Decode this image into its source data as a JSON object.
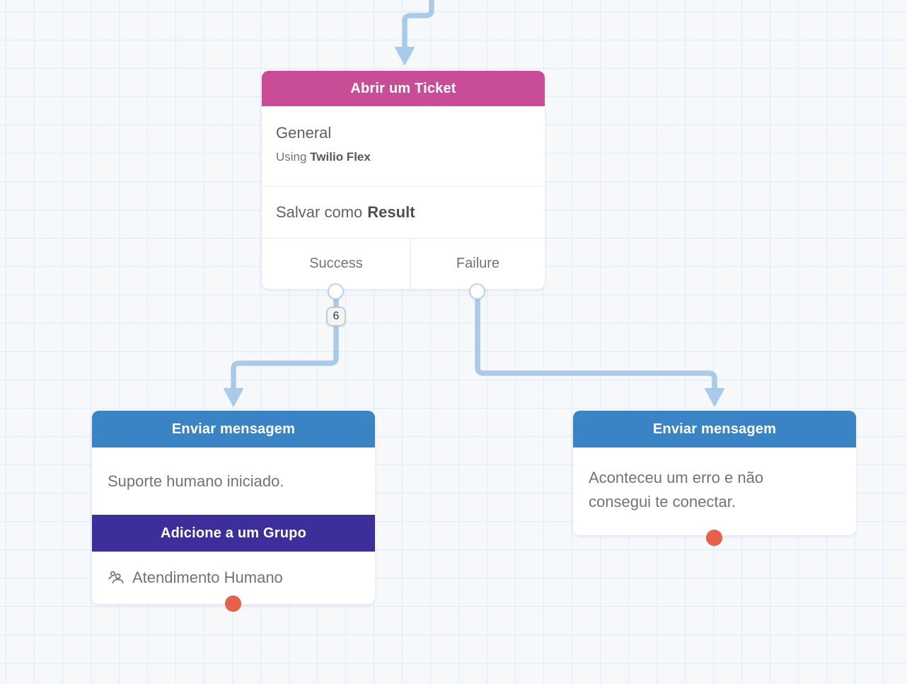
{
  "app": {
    "view": "flow-builder-canvas"
  },
  "colors": {
    "ticket_header": "#c94d96",
    "message_header": "#3a84c6",
    "group_header": "#3c2e9b",
    "connector": "#a9cbe9",
    "terminal_dot": "#e6614b",
    "grid_line": "#e3ebf6"
  },
  "connectors": {
    "success_count_badge": "6"
  },
  "nodes": {
    "ticket": {
      "title": "Abrir um Ticket",
      "subject": "General",
      "using_prefix": "Using ",
      "using_value": "Twilio Flex",
      "save_prefix": "Salvar como",
      "save_value": "Result",
      "exits": [
        {
          "label": "Success"
        },
        {
          "label": "Failure"
        }
      ]
    },
    "send_message_left": {
      "title": "Enviar mensagem",
      "message": "Suporte humano iniciado.",
      "action_title": "Adicione a um Grupo",
      "group_name": "Atendimento Humano",
      "group_icon": "users-icon"
    },
    "send_message_right": {
      "title": "Enviar mensagem",
      "message": "Aconteceu um erro e não consegui te conectar."
    }
  }
}
